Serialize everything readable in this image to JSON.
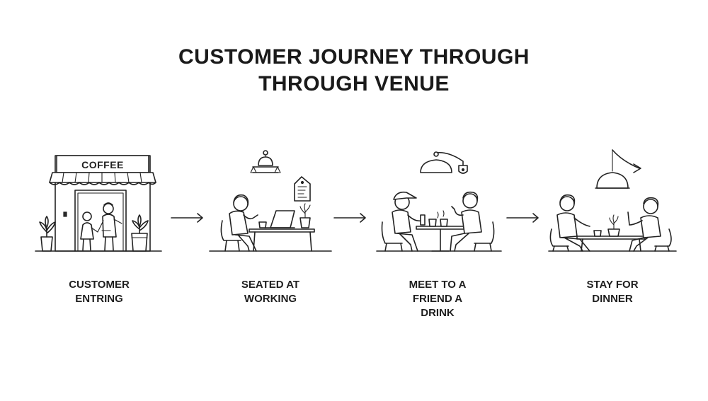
{
  "title": {
    "line1": "CUSTOMER JOURNEY THROUGH",
    "line2": "THROUGH VENUE"
  },
  "stages": [
    {
      "caption": [
        "CUSTOMER",
        "ENTRING"
      ],
      "sign": "COFFEE",
      "icon": "cafe-storefront-icon"
    },
    {
      "caption": [
        "SEATED AT",
        "WORKING"
      ],
      "icon": "person-working-laptop-icon"
    },
    {
      "caption": [
        "MEET TO A",
        "FRIEND A",
        "DRINK"
      ],
      "icon": "friends-drinking-icon"
    },
    {
      "caption": [
        "STAY FOR",
        "DINNER"
      ],
      "icon": "friends-dining-icon"
    }
  ],
  "connector_icon": "right-arrow-icon",
  "colors": {
    "ink": "#222222",
    "background": "#ffffff"
  }
}
